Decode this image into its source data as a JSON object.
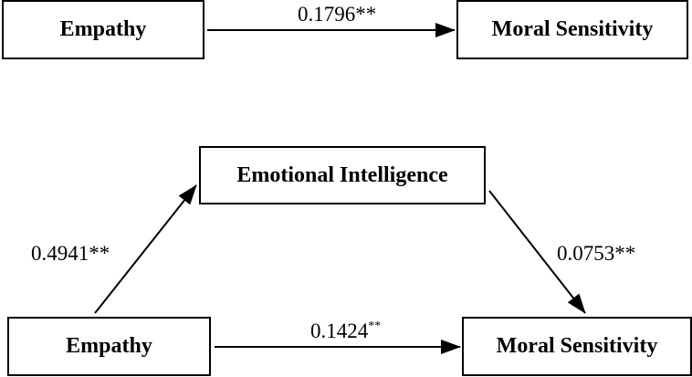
{
  "model_a": {
    "predictor": "Empathy",
    "outcome": "Moral Sensitivity",
    "path_c": {
      "coef": "0.1796",
      "sig": "**"
    }
  },
  "model_b": {
    "predictor": "Empathy",
    "mediator": "Emotional Intelligence",
    "outcome": "Moral Sensitivity",
    "path_a": {
      "coef": "0.4941",
      "sig": "**"
    },
    "path_b": {
      "coef": "0.0753",
      "sig": "**"
    },
    "path_c_prime": {
      "coef": "0.1424",
      "sig": "**"
    }
  }
}
